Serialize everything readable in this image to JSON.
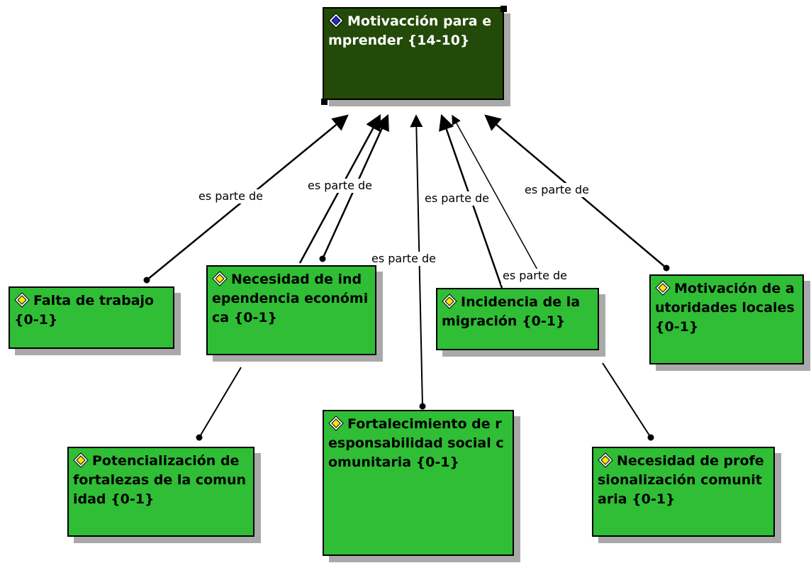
{
  "diagram": {
    "root": {
      "label": "Motivacción para emprender {14-10}"
    },
    "nodes": {
      "falta_trabajo": "Falta de trabajo {0-1}",
      "necesidad_independencia": "Necesidad de independencia económica {0-1}",
      "incidencia_migracion": "Incidencia de la migración {0-1}",
      "motivacion_autoridades": "Motivación de autoridades locales {0-1}",
      "potencializacion": "Potencialización de fortalezas de la comunidad {0-1}",
      "fortalecimiento": "Fortalecimiento de responsabilidad social comunitaria {0-1}",
      "necesidad_profesionalizacion": "Necesidad de profesionalización comunitaria {0-1}"
    },
    "edge_labels": {
      "e1": "es parte de",
      "e2": "es parte de",
      "e3": "es parte de",
      "e4": "es parte de",
      "e5": "es parte de",
      "e6": "es parte de"
    },
    "colors": {
      "node_fill": "#2fbe35",
      "root_fill": "#234a08",
      "shadow": "#a9a9a9"
    }
  }
}
